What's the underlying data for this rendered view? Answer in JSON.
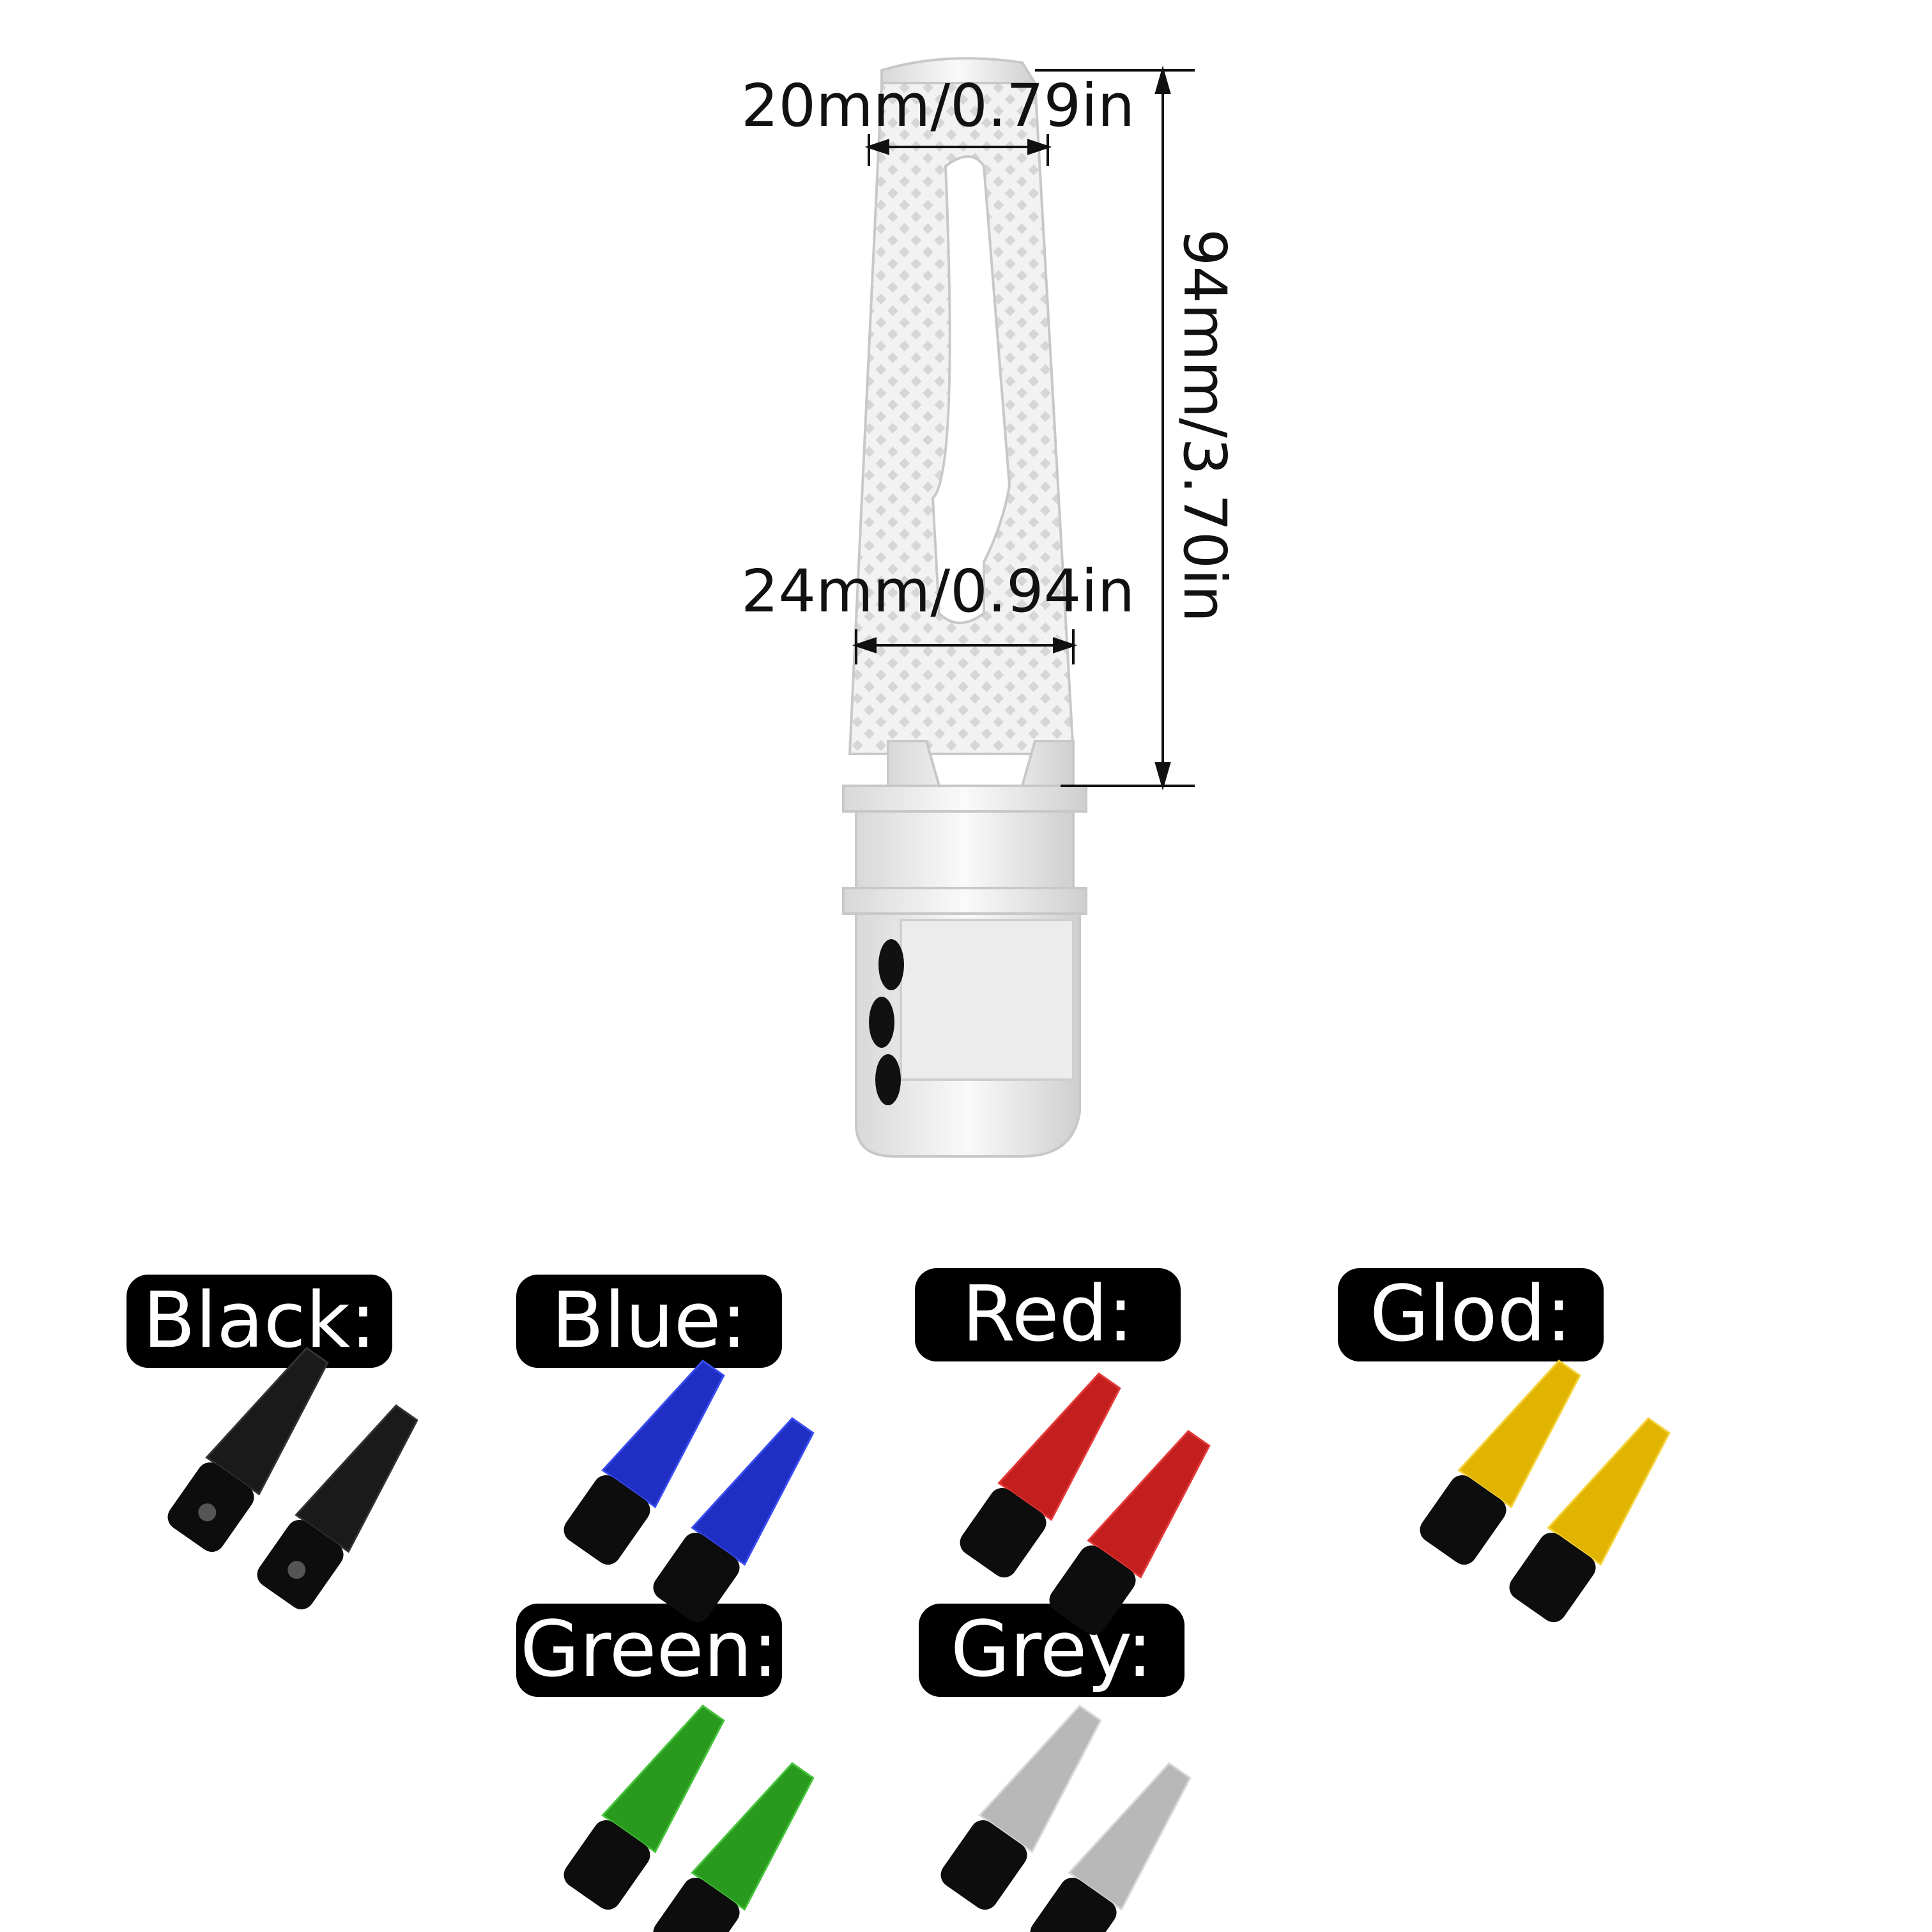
{
  "dimensions": {
    "top_width": "20mm/0.79in",
    "bottom_width": "24mm/0.94in",
    "length": "94mm/3.70in"
  },
  "variants": [
    {
      "label": "Black:",
      "color": "#1a1a1a",
      "accent": "#333333"
    },
    {
      "label": "Blue:",
      "color": "#1f2fc4",
      "accent": "#3a4df0"
    },
    {
      "label": "Red:",
      "color": "#c41f1f",
      "accent": "#e43a3a"
    },
    {
      "label": "Glod:",
      "color": "#e0b400",
      "accent": "#f5d23a"
    },
    {
      "label": "Green:",
      "color": "#2a9a1f",
      "accent": "#45c23a"
    },
    {
      "label": "Grey:",
      "color": "#b8b8b8",
      "accent": "#d8d8d8"
    }
  ],
  "product_colors": {
    "main_silver": "#e6e6e6",
    "outline": "#bdbdbd",
    "base_black": "#0d0d0d"
  }
}
